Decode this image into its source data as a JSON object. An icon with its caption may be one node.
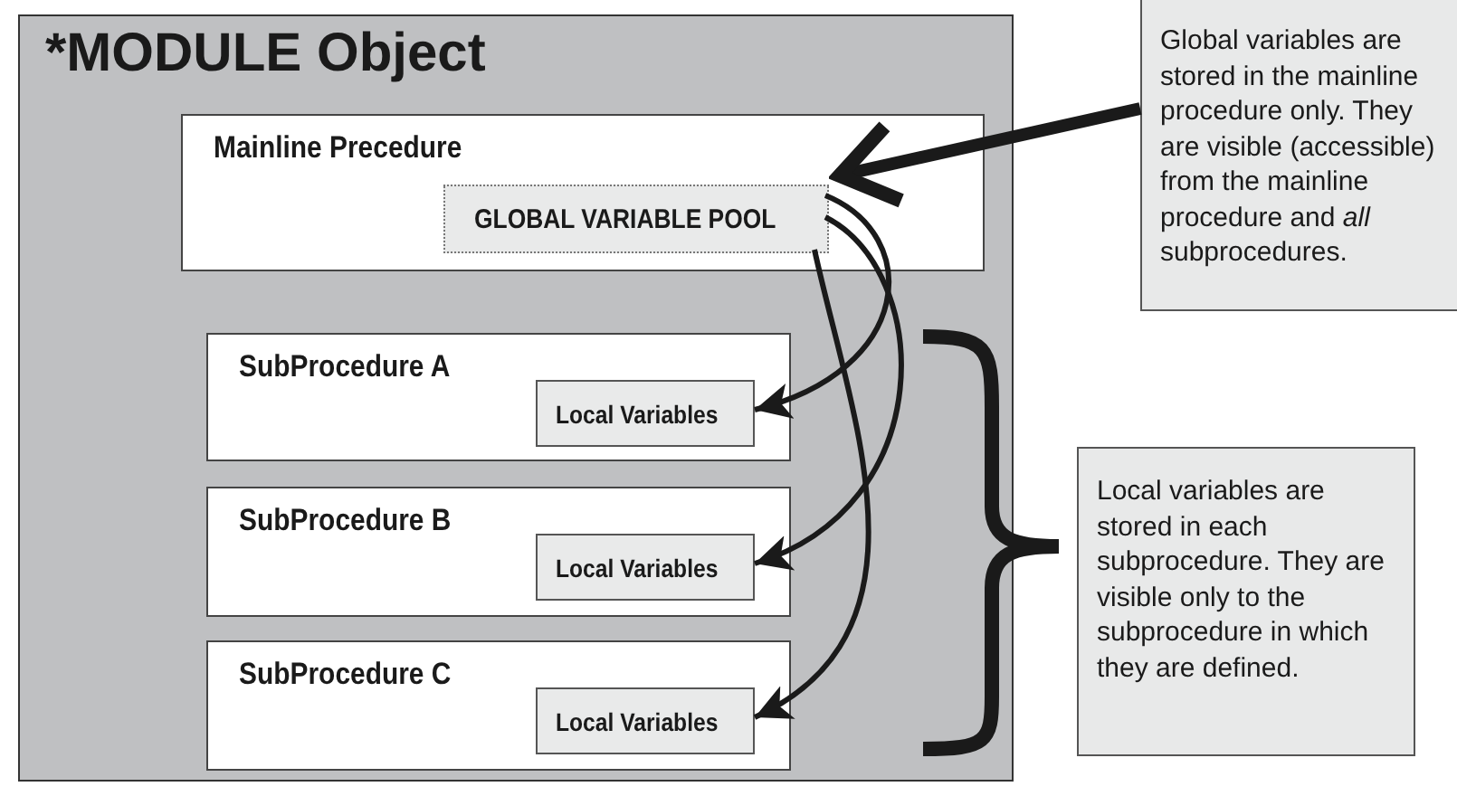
{
  "diagram": {
    "nodes": [
      {
        "text": [
          "*MODULE Object"
        ]
      },
      {
        "text": [
          "Mainline Precedure"
        ],
        "in": 0
      },
      {
        "text": [
          "GLOBAL VARIABLE POOL"
        ],
        "in": 1
      },
      {
        "text": [
          "SubProcedure A"
        ],
        "in": 0
      },
      {
        "text": [
          "Local Variables"
        ],
        "in": 3
      },
      {
        "text": [
          "SubProcedure B"
        ],
        "in": 0
      },
      {
        "text": [
          "Local Variables"
        ],
        "in": 5
      },
      {
        "text": [
          "SubProcedure C"
        ],
        "in": 0
      },
      {
        "text": [
          "Local Variables"
        ],
        "in": 7
      },
      {
        "text": [
          "Global variables are stored in the mainline procedure only. They are visible (accessible) from the mainline procedure and *all* subprocedures."
        ]
      },
      {
        "text": [
          "Local variables are stored in each subprocedure. They are visible only to the subprocedure in which they are defined."
        ]
      }
    ],
    "edges": [
      {
        "from": 9,
        "to": 2,
        "arrow": "to",
        "style": "thick"
      },
      {
        "from": 2,
        "to": 4,
        "arrow": "to"
      },
      {
        "from": 2,
        "to": 6,
        "arrow": "to"
      },
      {
        "from": 2,
        "to": 8,
        "arrow": "to"
      }
    ]
  }
}
